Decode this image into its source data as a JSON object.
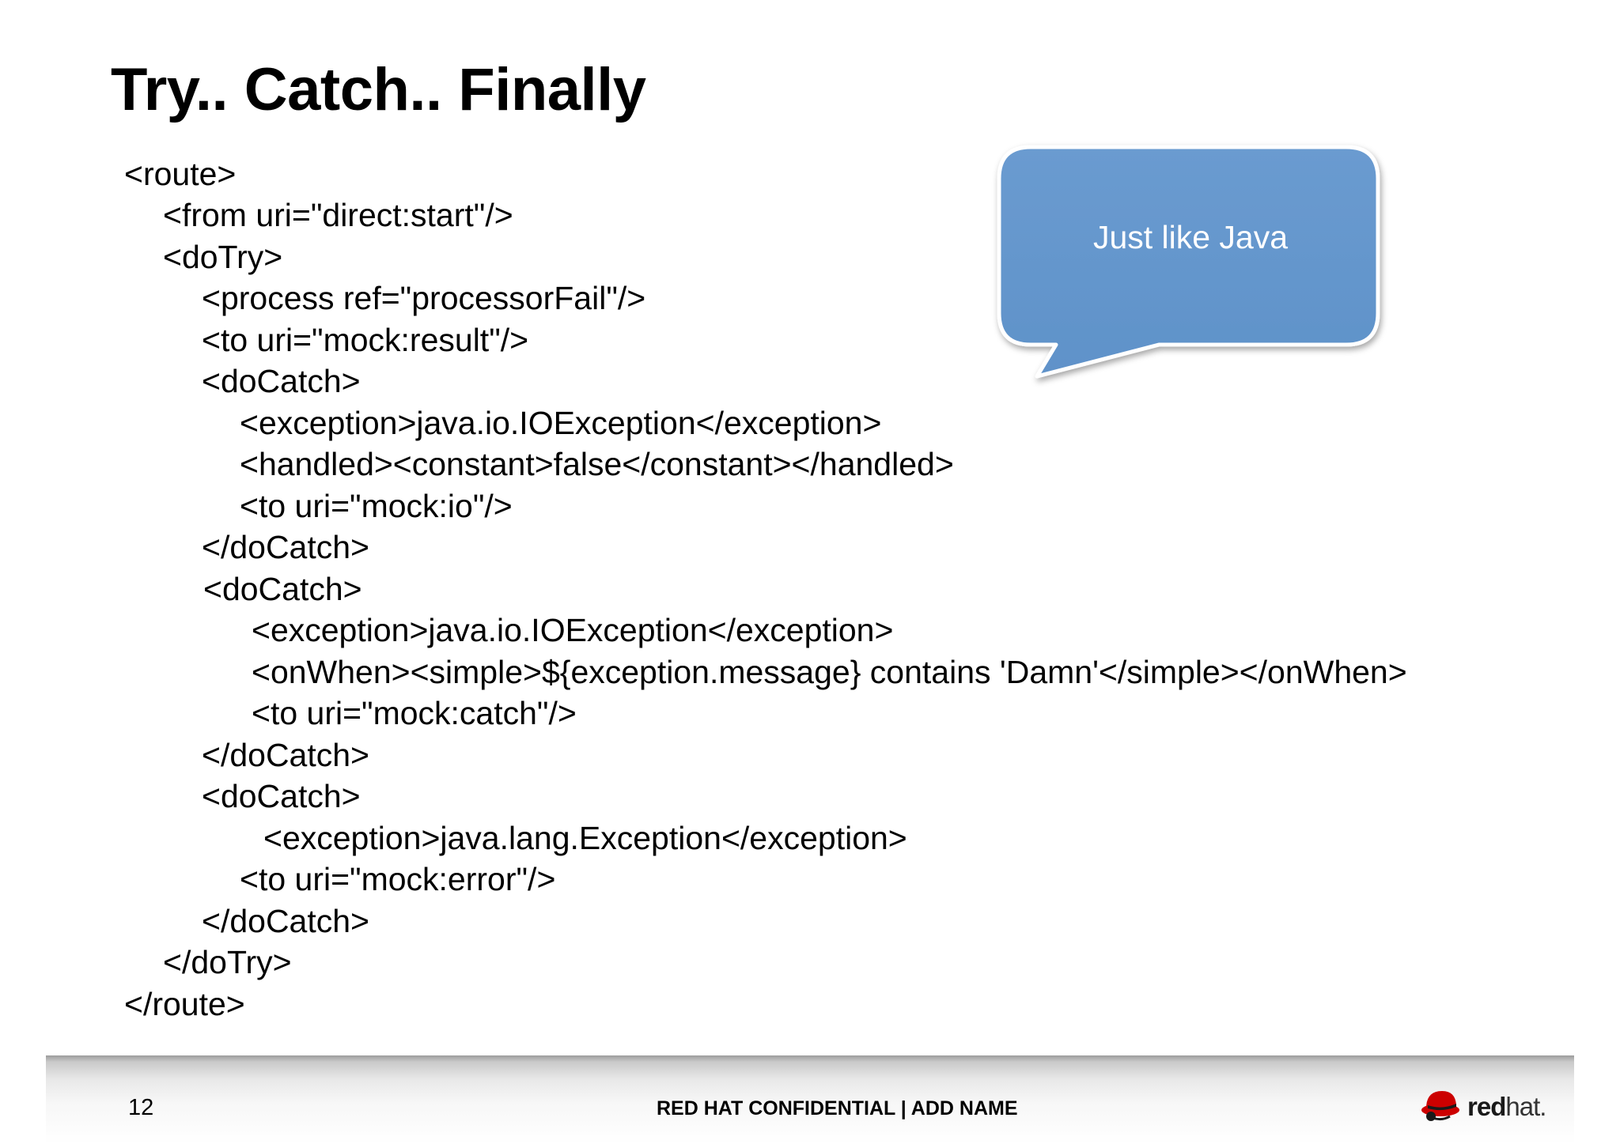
{
  "slide": {
    "title": "Try.. Catch.. Finally"
  },
  "code": {
    "lines": [
      "<route>",
      "<from uri=\"direct:start\"/>",
      "<doTry>",
      "<process ref=\"processorFail\"/>",
      "<to uri=\"mock:result\"/>",
      "<doCatch>",
      "<exception>java.io.IOException</exception>",
      "<handled><constant>false</constant></handled>",
      "<to uri=\"mock:io\"/>",
      "</doCatch>",
      "<doCatch>",
      "<exception>java.io.IOException</exception>",
      "<onWhen><simple>${exception.message} contains 'Damn'</simple></onWhen>",
      "<to uri=\"mock:catch\"/>",
      "</doCatch>",
      "<doCatch>",
      "<exception>java.lang.Exception</exception>",
      "<to uri=\"mock:error\"/>",
      "</doCatch>",
      "</doTry>",
      "</route>"
    ]
  },
  "callout": {
    "text": "Just like Java",
    "fill_color": "#6699cc"
  },
  "footer": {
    "page_number": "12",
    "label": "RED HAT CONFIDENTIAL | ADD NAME",
    "logo_text_red": "red",
    "logo_text_hat": "hat."
  },
  "colors": {
    "logo_red": "#cc0000"
  }
}
